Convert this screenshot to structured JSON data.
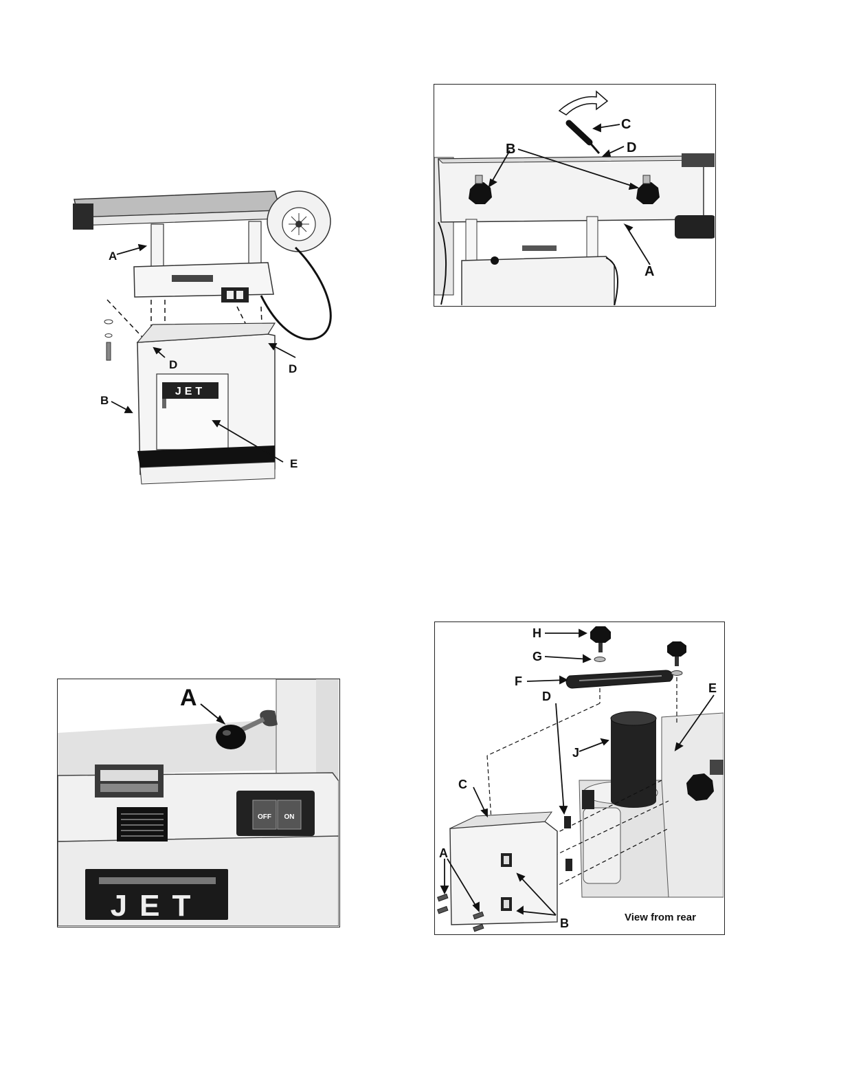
{
  "figure_1": {
    "labels": {
      "a": "A",
      "b": "B",
      "d1": "D",
      "d2": "D",
      "e": "E"
    },
    "brand": "JET"
  },
  "figure_2": {
    "labels": {
      "a": "A",
      "b": "B",
      "c": "C",
      "d": "D"
    }
  },
  "figure_3": {
    "labels": {
      "a": "A"
    },
    "brand": "JET",
    "switch": {
      "off": "OFF",
      "on": "ON"
    }
  },
  "figure_4": {
    "labels": {
      "a": "A",
      "b": "B",
      "c": "C",
      "d": "D",
      "e": "E",
      "f": "F",
      "g": "G",
      "h": "H",
      "j": "J"
    },
    "caption": "View from rear"
  }
}
